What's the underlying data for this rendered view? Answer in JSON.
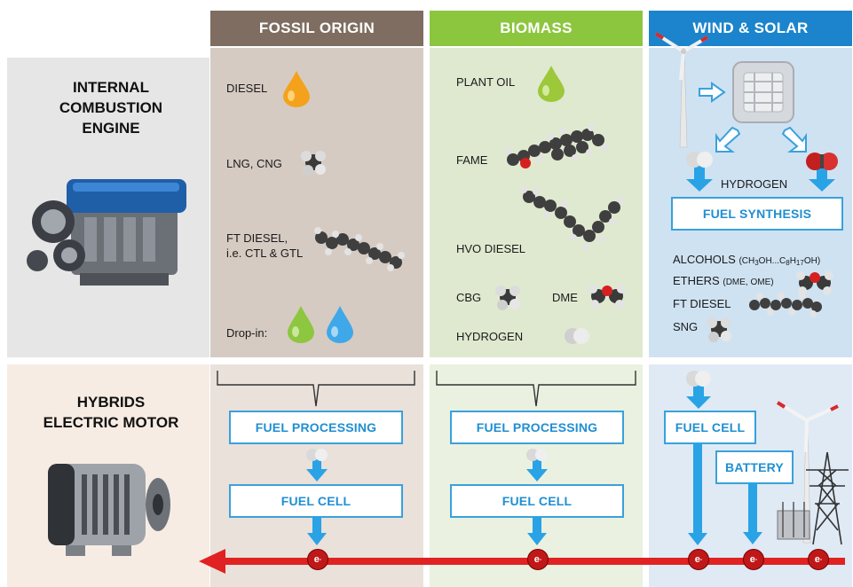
{
  "columns": {
    "fossil": "FOSSIL ORIGIN",
    "biomass": "BIOMASS",
    "wind_solar": "WIND & SOLAR"
  },
  "rows": {
    "ice_line1": "INTERNAL",
    "ice_line2": "COMBUSTION",
    "ice_line3": "ENGINE",
    "hybrid_line1": "HYBRIDS",
    "hybrid_line2": "ELECTRIC MOTOR"
  },
  "fossil": {
    "diesel": "DIESEL",
    "lng": "LNG, CNG",
    "ft_line1": "FT DIESEL,",
    "ft_line2": "i.e. CTL & GTL",
    "dropin": "Drop-in:",
    "fuel_processing": "FUEL PROCESSING",
    "fuel_cell": "FUEL CELL"
  },
  "biomass": {
    "plant_oil": "PLANT OIL",
    "fame": "FAME",
    "hvo": "HVO DIESEL",
    "cbg": "CBG",
    "dme": "DME",
    "hydrogen": "HYDROGEN",
    "fuel_processing": "FUEL PROCESSING",
    "fuel_cell": "FUEL CELL"
  },
  "wind": {
    "hydrogen": "HYDROGEN",
    "fuel_synthesis": "FUEL SYNTHESIS",
    "alcohols": "ALCOHOLS",
    "alcohols_formula_a": "(CH",
    "alcohols_formula_a_sub": "3",
    "alcohols_formula_b": "OH...C",
    "alcohols_formula_b_sub1": "8",
    "alcohols_formula_c": "H",
    "alcohols_formula_c_sub": "17",
    "alcohols_formula_d": "OH)",
    "ethers": "ETHERS",
    "ethers_detail": "(DME, OME)",
    "ft_diesel": "FT DIESEL",
    "sng": "SNG",
    "fuel_cell": "FUEL CELL",
    "battery": "BATTERY"
  },
  "electron": "e",
  "electron_sup": "-",
  "colors": {
    "fossil_header": "#7e6d60",
    "biomass_header": "#8cc63f",
    "wind_header": "#1b84cc",
    "arrow_blue": "#29a3e6",
    "power_line": "#e02222"
  }
}
